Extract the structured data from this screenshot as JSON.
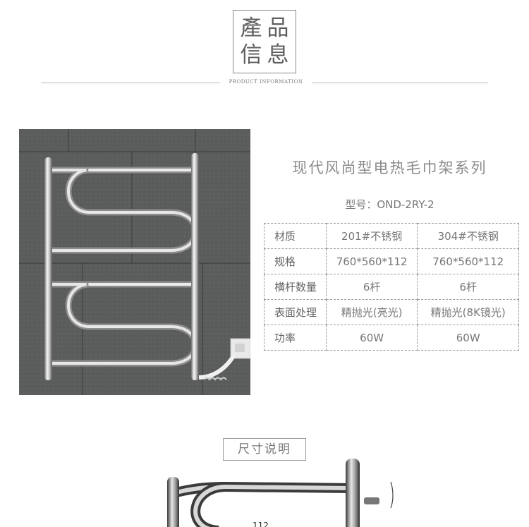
{
  "header": {
    "stamp_chars": [
      "產",
      "品",
      "信",
      "息"
    ],
    "subtitle": "PRODUCT INFORMATION"
  },
  "product": {
    "title": "现代风尚型电热毛巾架系列",
    "model_label": "型号：",
    "model_value": "OND-2RY-2"
  },
  "specs": {
    "rows": [
      [
        "材质",
        "201#不锈钢",
        "304#不锈钢"
      ],
      [
        "规格",
        "760*560*112",
        "760*560*112"
      ],
      [
        "横杆数量",
        "6杆",
        "6杆"
      ],
      [
        "表面处理",
        "精抛光(亮光)",
        "精抛光(8K镜光)"
      ],
      [
        "功率",
        "60W",
        "60W"
      ]
    ]
  },
  "size_section": {
    "title": "尺寸说明",
    "dimension_label": "112"
  },
  "icons": {
    "product_photo": "towel-rack-photo",
    "product_drawing": "towel-rack-drawing"
  },
  "colors": {
    "tile": "#5b5c5c",
    "chrome": "#d9d9d9",
    "text": "#777777"
  }
}
